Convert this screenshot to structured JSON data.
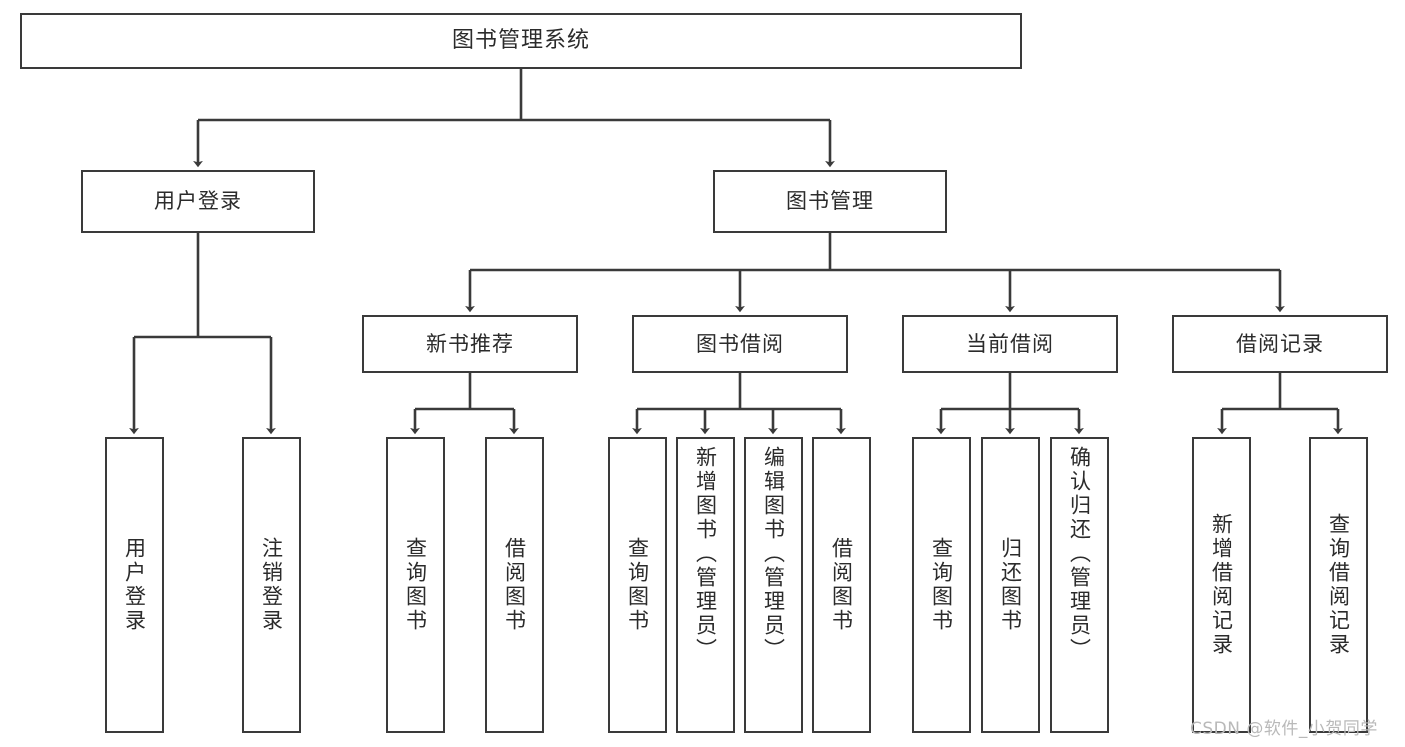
{
  "diagram": {
    "type": "tree",
    "title": "图书管理系统",
    "orientation": "top-down",
    "edge_color": "#3a3a3a",
    "node_border_color": "#3a3a3a",
    "node_fill_color": "#ffffff",
    "text_color": "#2b2b2b",
    "levels": 4
  },
  "nodes": {
    "root": {
      "label": "图书管理系统"
    },
    "level2": [
      {
        "label": "用户登录"
      },
      {
        "label": "图书管理"
      }
    ],
    "level3": [
      {
        "label": "新书推荐"
      },
      {
        "label": "图书借阅"
      },
      {
        "label": "当前借阅"
      },
      {
        "label": "借阅记录"
      }
    ],
    "leaves": {
      "user_login": [
        {
          "label": "用户登录"
        },
        {
          "label": "注销登录"
        }
      ],
      "new_book_recommend": [
        {
          "label": "查询图书"
        },
        {
          "label": "借阅图书"
        }
      ],
      "book_borrow": [
        {
          "label": "查询图书"
        },
        {
          "label": "新增图书（管理员）"
        },
        {
          "label": "编辑图书（管理员）"
        },
        {
          "label": "借阅图书"
        }
      ],
      "current_borrow": [
        {
          "label": "查询图书"
        },
        {
          "label": "归还图书"
        },
        {
          "label": "确认归还（管理员）"
        }
      ],
      "borrow_record": [
        {
          "label": "新增借阅记录"
        },
        {
          "label": "查询借阅记录"
        }
      ]
    }
  },
  "watermark": {
    "text": "CSDN @软件_小贺同学",
    "color": "#b9b9b9"
  }
}
